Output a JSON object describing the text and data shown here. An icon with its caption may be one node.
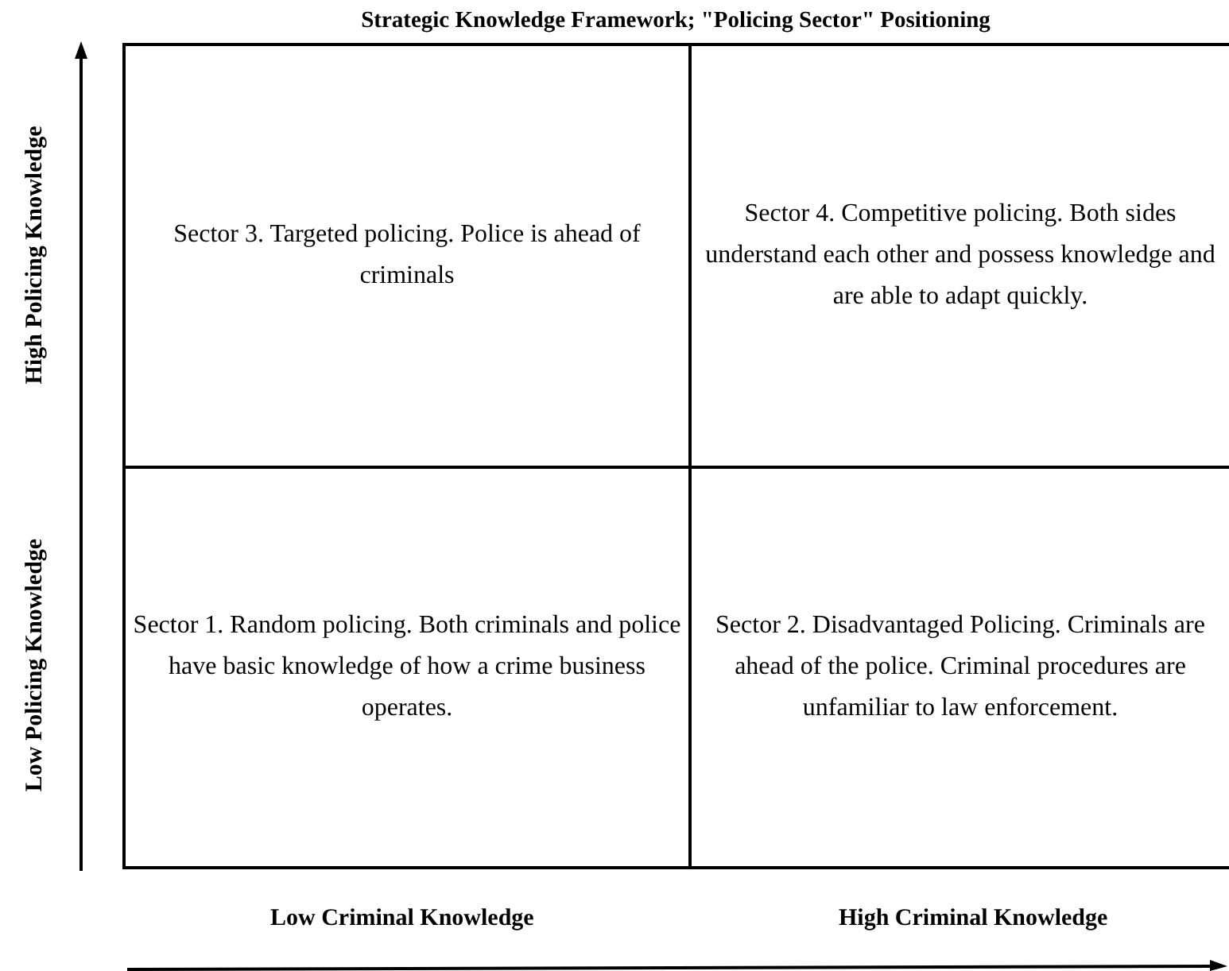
{
  "diagram": {
    "title": "Strategic Knowledge Framework; \"Policing Sector\" Positioning",
    "nodes": [
      {
        "text": [
          "Sector 3. Targeted policing. Police is ahead of criminals"
        ]
      },
      {
        "text": [
          "Sector 4. Competitive policing. Both sides understand each other and possess knowledge and are able to adapt quickly."
        ]
      },
      {
        "text": [
          "Sector 1. Random policing. Both criminals and police have basic knowledge of how a crime business operates."
        ]
      },
      {
        "text": [
          "Sector 2. Disadvantaged Policing. Criminals are ahead of the police. Criminal procedures are unfamiliar to law enforcement."
        ]
      }
    ],
    "labels": [
      "High Policing Knowledge",
      "Low Policing Knowledge",
      "Low Criminal Knowledge",
      "High Criminal Knowledge"
    ]
  }
}
